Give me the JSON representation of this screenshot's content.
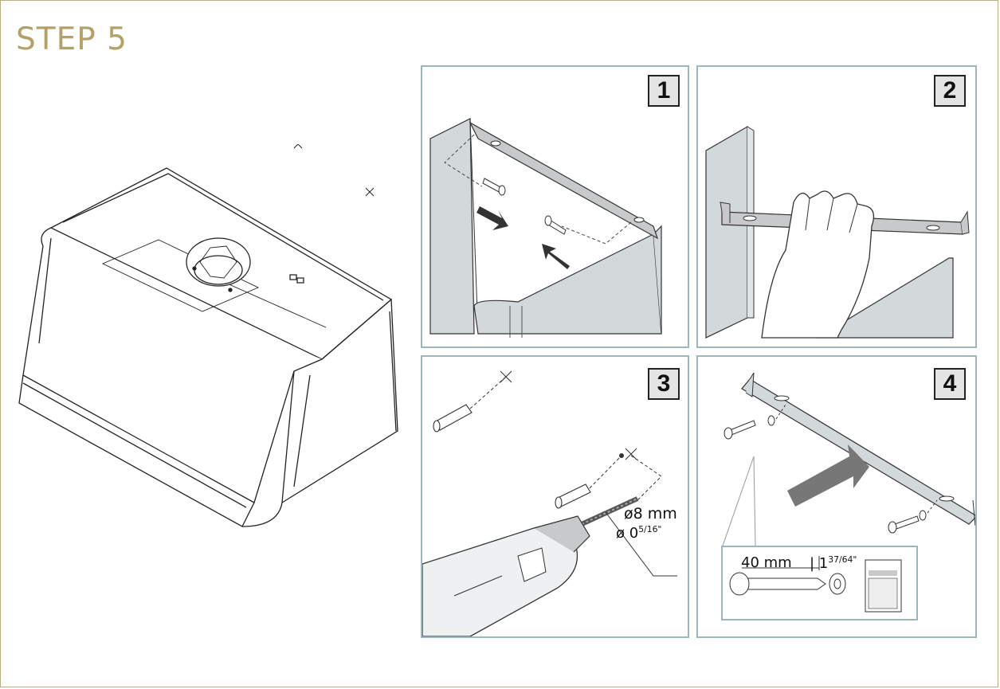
{
  "title": "STEP 5",
  "panels": [
    {
      "number": "1"
    },
    {
      "number": "2"
    },
    {
      "number": "3",
      "drill_diameter_mm": "ø8 mm",
      "drill_diameter_in_base": "ø 0",
      "drill_diameter_in_sup": "5/16\""
    },
    {
      "number": "4",
      "screw_length_mm": "40 mm",
      "screw_length_in_base": "1",
      "screw_length_in_sup": "37/64\""
    }
  ],
  "colors": {
    "title": "#b3a169",
    "frame": "#b9ad82",
    "panel_border": "#9bb7bc",
    "metal": "#d3d8da",
    "bracket": "#c7c9cb"
  }
}
